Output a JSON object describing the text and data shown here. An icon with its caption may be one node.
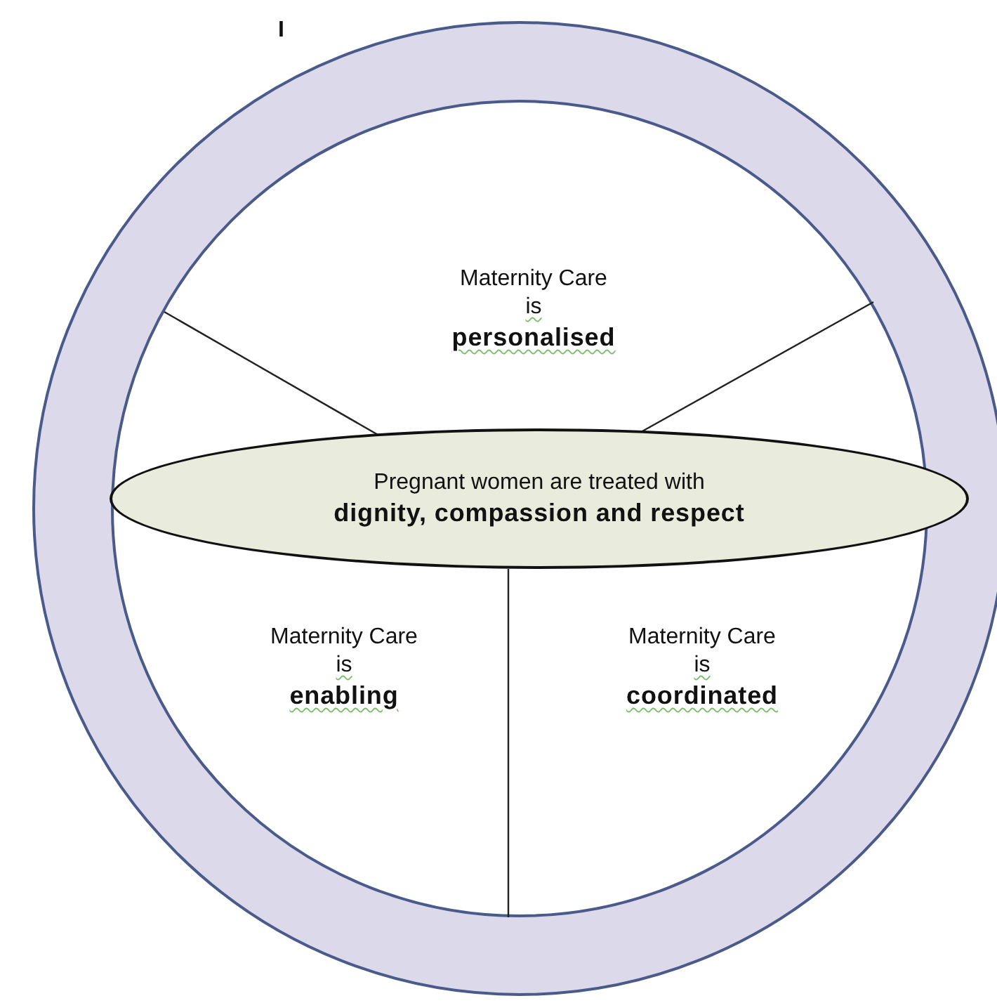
{
  "diagram": {
    "nodes": [
      {
        "text": [],
        "shape": "circle"
      },
      {
        "text": [
          "Maternity Care",
          "is",
          "personalised"
        ],
        "in": 0
      },
      {
        "text": [
          "Pregnant women are treated with",
          "dignity, compassion and respect"
        ],
        "in": 0
      },
      {
        "text": [
          "Maternity Care",
          "is",
          "enabling"
        ],
        "in": 0
      },
      {
        "text": [
          "Maternity Care",
          "is",
          "coordinated"
        ],
        "in": 0
      }
    ],
    "labels": [
      "I"
    ]
  }
}
